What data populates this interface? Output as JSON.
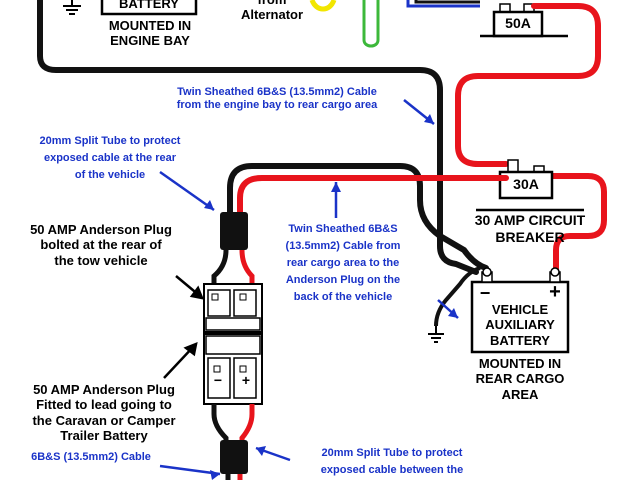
{
  "engine_bay": {
    "battery_label": "BATTERY",
    "mounted_label": "MOUNTED IN\nENGINE BAY"
  },
  "alternator": {
    "label": "from\nAlternator"
  },
  "fuse_50a": {
    "label": "50A"
  },
  "cable_engine_to_cargo": {
    "label": "Twin Sheathed 6B&S (13.5mm2) Cable\nfrom the engine bay to rear cargo area"
  },
  "split_tube_rear": {
    "label": "20mm Split Tube to protect\nexposed cable at the rear\nof the vehicle"
  },
  "circuit_breaker": {
    "box_label": "30A",
    "caption": "30 AMP CIRCUIT\nBREAKER"
  },
  "anderson_bolted": {
    "label": "50 AMP Anderson Plug\nbolted at the rear of\nthe tow vehicle"
  },
  "cable_cargo_to_plug": {
    "label": "Twin Sheathed 6B&S\n(13.5mm2) Cable from\nrear cargo area to the\nAnderson Plug on the\nback of the vehicle"
  },
  "aux_battery": {
    "neg": "−",
    "pos": "+",
    "label": "VEHICLE\nAUXILIARY\nBATTERY",
    "mounted_label": "MOUNTED IN\nREAR CARGO\nAREA"
  },
  "anderson_fitted": {
    "label": "50 AMP Anderson Plug\nFitted to lead going to\nthe Caravan or Camper\nTrailer Battery"
  },
  "cable_bottom": {
    "label": "6B&S (13.5mm2) Cable"
  },
  "split_tube_between": {
    "label": "20mm Split Tube to protect\nexposed cable between the"
  },
  "plug_symbols": {
    "neg": "−",
    "pos": "+"
  },
  "colors": {
    "positive_wire": "#e8141c",
    "negative_wire": "#111111",
    "annotation_blue": "#1a33c8",
    "alternator_green": "#3cb83a",
    "alternator_yellow": "#f2e600"
  }
}
